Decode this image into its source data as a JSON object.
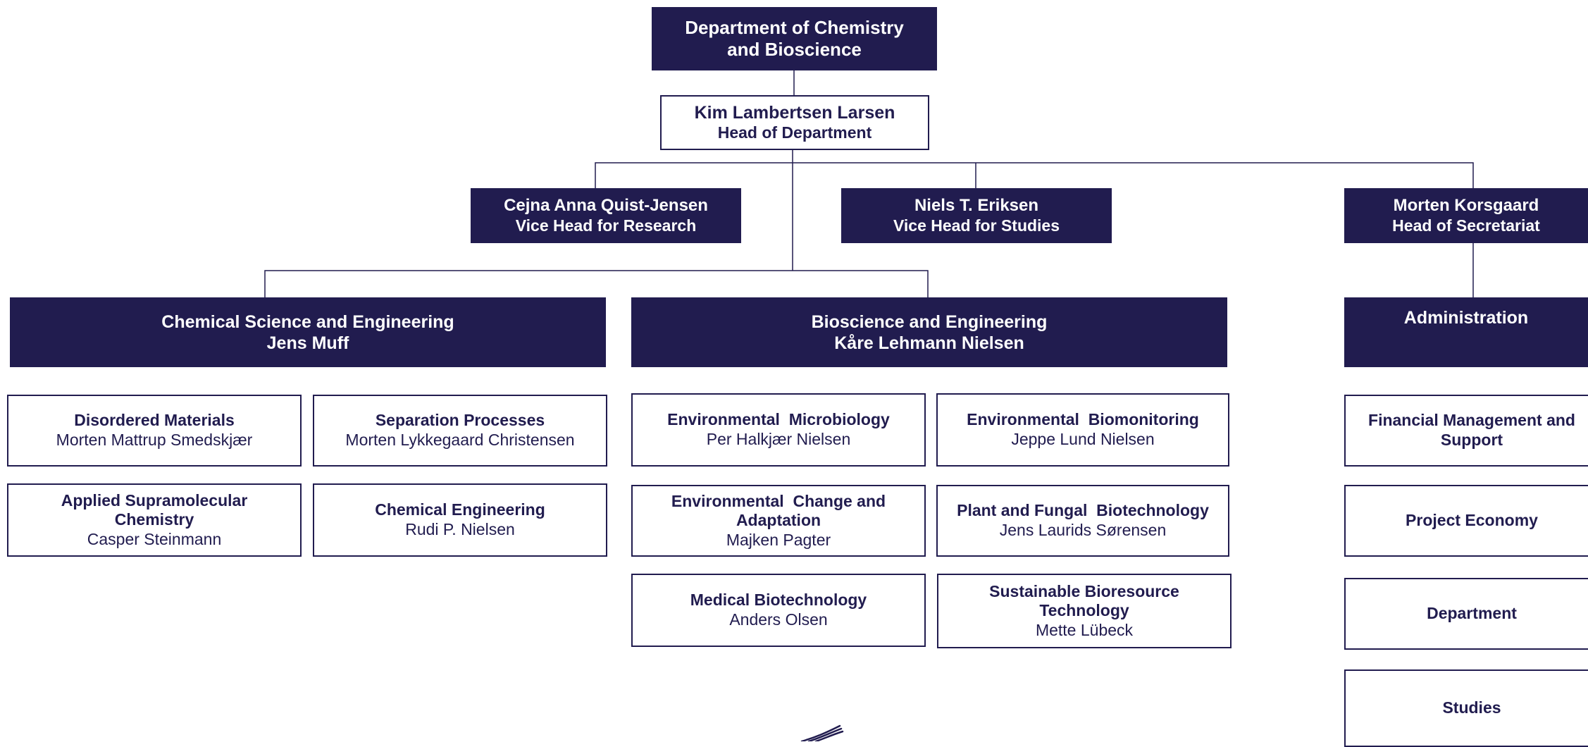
{
  "department": {
    "line1": "Department of Chemistry",
    "line2": "and Bioscience"
  },
  "head": {
    "name": "Kim Lambertsen Larsen",
    "role": "Head of Department"
  },
  "vice_research": {
    "name": "Cejna Anna Quist-Jensen",
    "role": "Vice Head for Research"
  },
  "vice_studies": {
    "name": "Niels T. Eriksen",
    "role": "Vice Head for Studies"
  },
  "secretariat_head": {
    "name": "Morten Korsgaard",
    "role": "Head of Secretariat"
  },
  "sections": {
    "chemical": {
      "title": "Chemical Science and Engineering",
      "lead": "Jens Muff"
    },
    "bio": {
      "title": "Bioscience and Engineering",
      "lead": "Kåre Lehmann Nielsen"
    },
    "admin": {
      "title": "Administration"
    }
  },
  "groups": {
    "disordered": {
      "title": "Disordered Materials",
      "lead": "Morten Mattrup Smedskjær"
    },
    "separation": {
      "title": "Separation Processes",
      "lead": "Morten Lykkegaard Christensen"
    },
    "supramolecular": {
      "title1": "Applied Supramolecular",
      "title2": "Chemistry",
      "lead": "Casper Steinmann"
    },
    "chem_eng": {
      "title": "Chemical Engineering",
      "lead": "Rudi P. Nielsen"
    },
    "env_micro": {
      "title": "Environmental  Microbiology",
      "lead": "Per Halkjær Nielsen"
    },
    "env_biomon": {
      "title": "Environmental  Biomonitoring",
      "lead": "Jeppe Lund Nielsen"
    },
    "env_change": {
      "title1": "Environmental  Change and",
      "title2": "Adaptation",
      "lead": "Majken Pagter"
    },
    "plant_fungal": {
      "title": "Plant and Fungal  Biotechnology",
      "lead": "Jens Laurids Sørensen"
    },
    "medical": {
      "title": "Medical Biotechnology",
      "lead": "Anders Olsen"
    },
    "sustainable": {
      "title1": "Sustainable Bioresource",
      "title2": "Technology",
      "lead": "Mette Lübeck"
    }
  },
  "admin_units": {
    "financial": {
      "line1": "Financial Management and",
      "line2": "Support"
    },
    "project": "Project Economy",
    "department": "Department",
    "studies": "Studies"
  },
  "colors": {
    "primary": "#211c4f",
    "text_on_dark": "#ffffff"
  }
}
